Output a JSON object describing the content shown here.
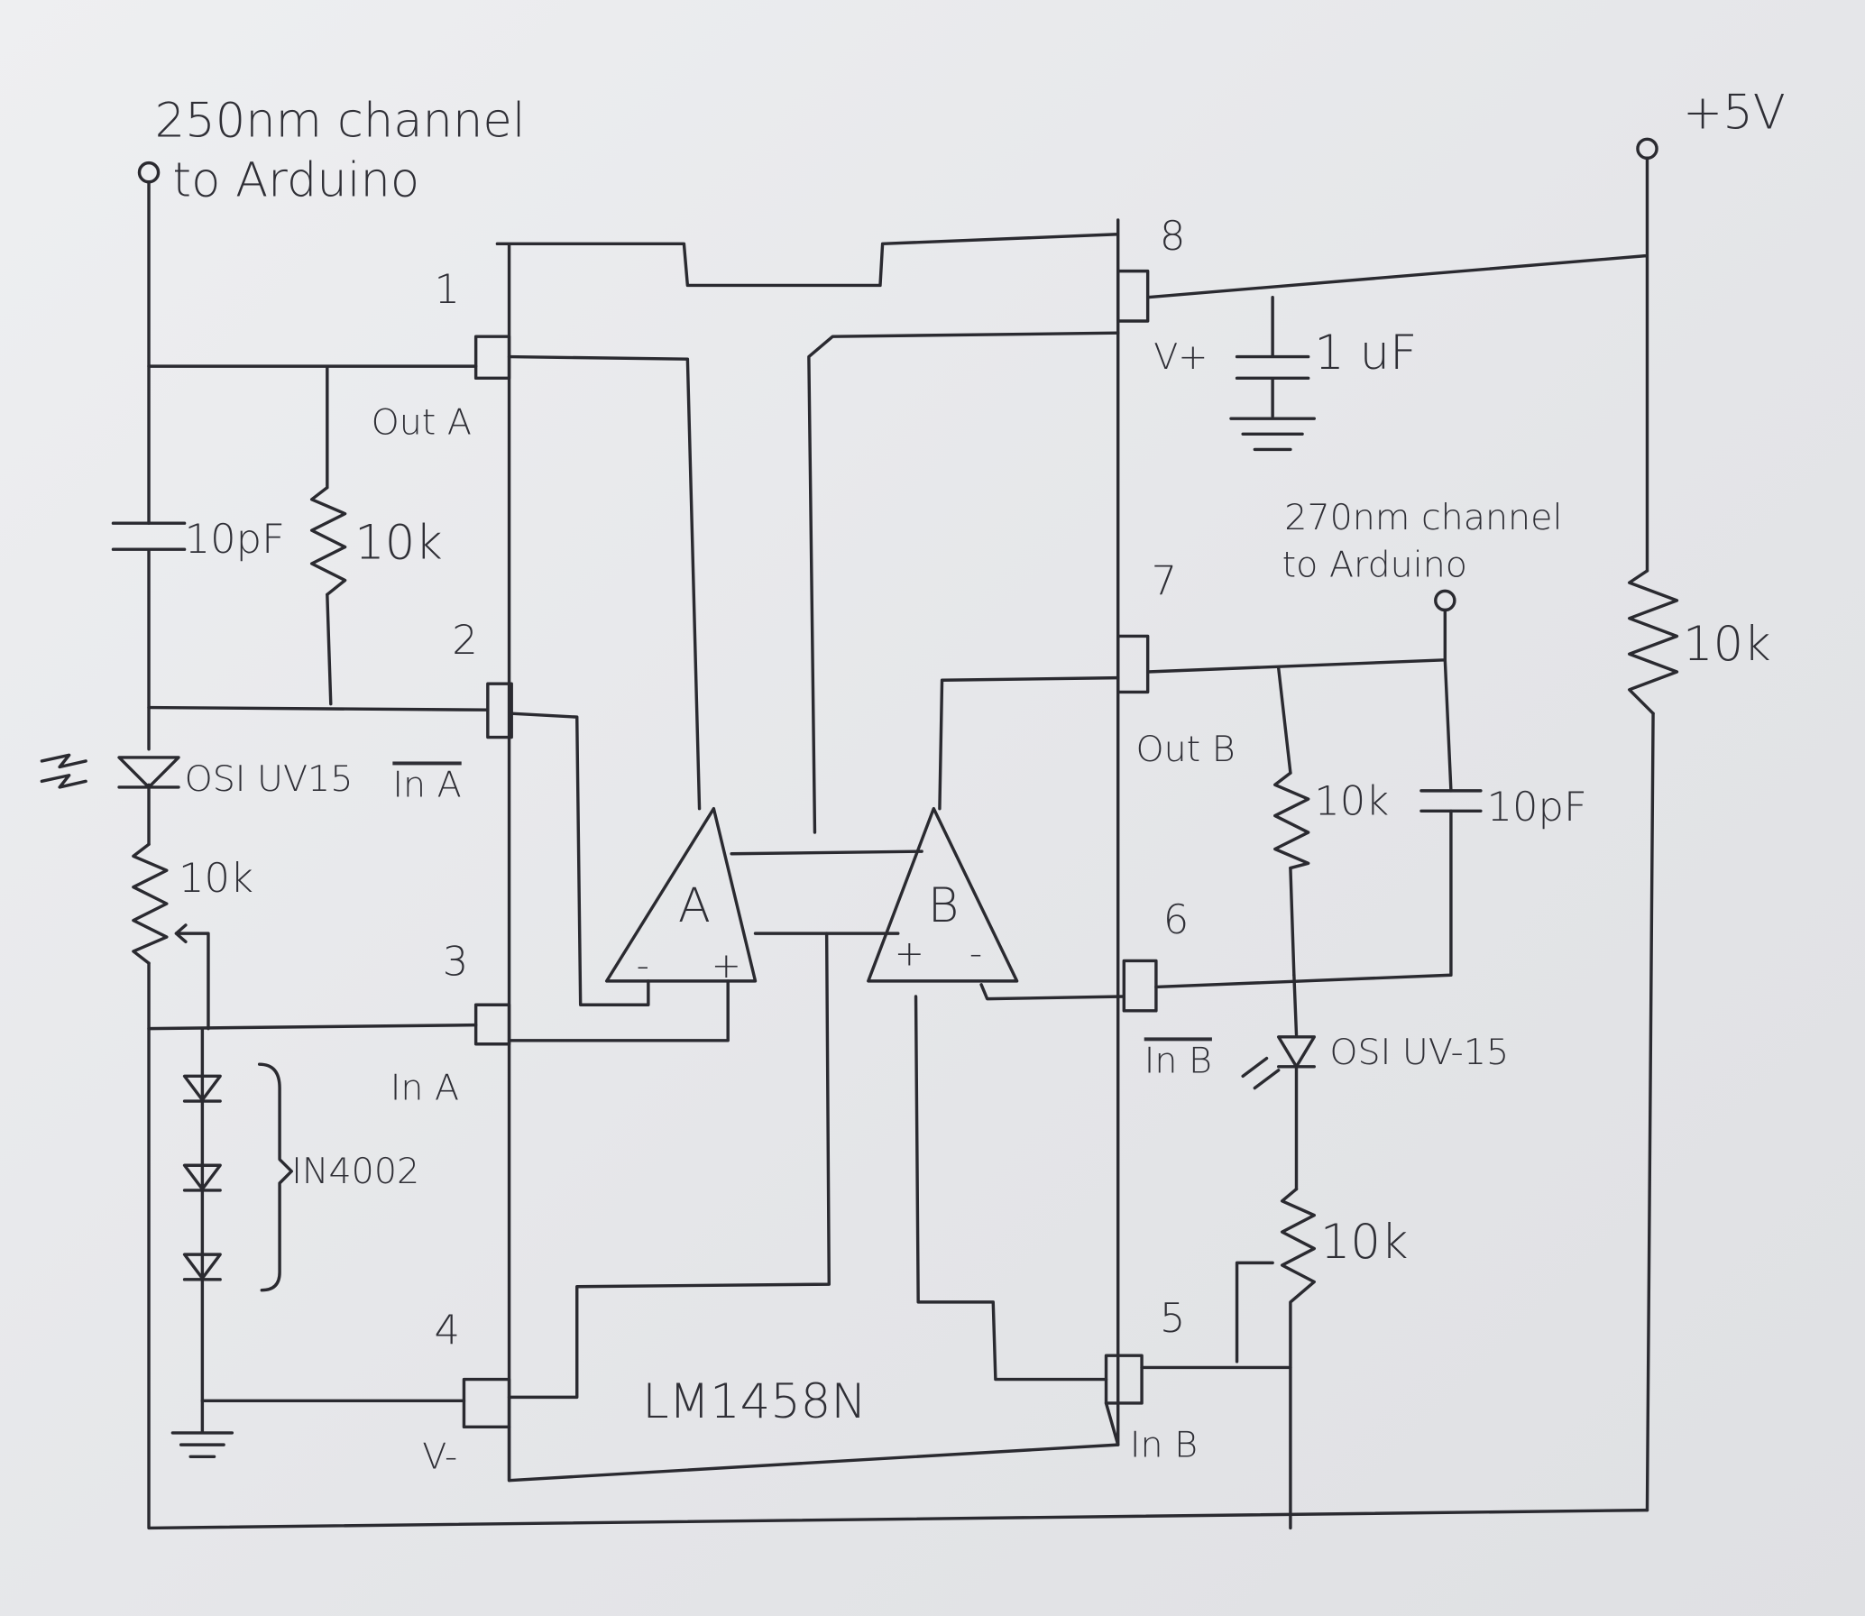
{
  "title": "LM1458N dual photodiode amplifier schematic",
  "chip": {
    "name": "LM1458N",
    "amp_a": "A",
    "amp_b": "B"
  },
  "pins": {
    "p1": "1",
    "p2": "2",
    "p3": "3",
    "p4": "4",
    "p5": "5",
    "p6": "6",
    "p7": "7",
    "p8": "8"
  },
  "pin_labels": {
    "out_a": "Out A",
    "in_a_inv": "In A",
    "in_a": "In A",
    "v_minus": "V-",
    "out_b": "Out B",
    "in_b_inv": "In B",
    "in_b": "In B",
    "v_plus": "V+"
  },
  "terminals": {
    "left_line1": "250nm channel",
    "left_line2": "to Arduino",
    "right_line1": "270nm channel",
    "right_line2": "to Arduino",
    "supply": "+5V"
  },
  "components": {
    "cap_a": "10pF",
    "res_a": "10k",
    "pd_a": "OSI UV15",
    "pot_a": "10k",
    "diodes": "IN4002",
    "cap_supply": "1 uF",
    "res_b": "10k",
    "cap_b": "10pF",
    "pd_b": "OSI UV-15",
    "pot_b": "10k",
    "res_pullup": "10k"
  },
  "opamp_signs": {
    "minus": "-",
    "plus": "+"
  }
}
